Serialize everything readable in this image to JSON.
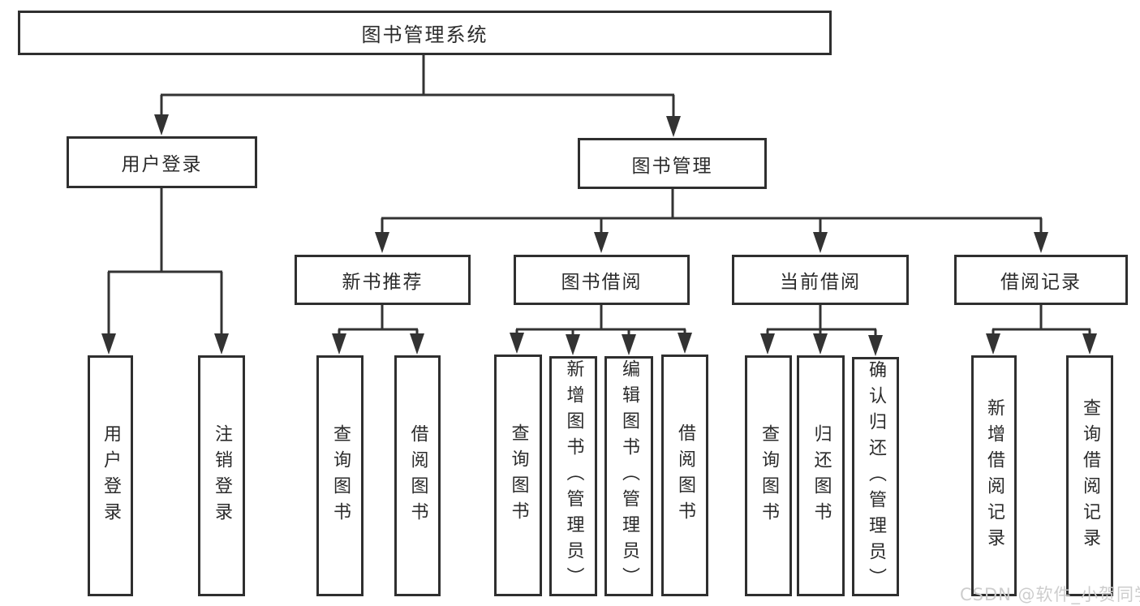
{
  "diagram": {
    "root": {
      "label": "图书管理系统"
    },
    "branches": [
      {
        "label": "用户登录",
        "children": [
          {
            "label": "用户登录"
          },
          {
            "label": "注销登录"
          }
        ]
      },
      {
        "label": "图书管理",
        "children": [
          {
            "label": "新书推荐",
            "children": [
              {
                "label": "查询图书"
              },
              {
                "label": "借阅图书"
              }
            ]
          },
          {
            "label": "图书借阅",
            "children": [
              {
                "label": "查询图书"
              },
              {
                "label": "新增图书（管理员）"
              },
              {
                "label": "编辑图书（管理员）"
              },
              {
                "label": "借阅图书"
              }
            ]
          },
          {
            "label": "当前借阅",
            "children": [
              {
                "label": "查询图书"
              },
              {
                "label": "归还图书"
              },
              {
                "label": "确认归还（管理员）"
              }
            ]
          },
          {
            "label": "借阅记录",
            "children": [
              {
                "label": "新增借阅记录"
              },
              {
                "label": "查询借阅记录"
              }
            ]
          }
        ]
      }
    ]
  },
  "watermark": {
    "text": "CSDN @软件_小贺同学"
  },
  "colors": {
    "line": "#333333",
    "box_border": "#2f2f2f",
    "text": "#2b2b2b",
    "background": "#ffffff",
    "watermark": "#cdcdcd"
  }
}
